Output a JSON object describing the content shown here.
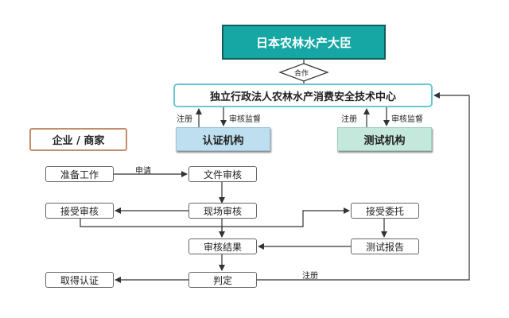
{
  "diagram": {
    "top_org": "日本农林水产大臣",
    "relation": "合作",
    "center_org": "独立行政法人农林水产消费安全技术中心",
    "cert_body": "认证机构",
    "test_body": "测试机构",
    "business": "企业 / 商家",
    "edges": {
      "cert_register": "注册",
      "cert_supervise": "审核监督",
      "test_register": "注册",
      "test_supervise": "审核监督",
      "apply": "申请",
      "register": "注册"
    },
    "steps": {
      "prepare": "准备工作",
      "doc_review": "文件审核",
      "accept_review": "接受审核",
      "onsite_review": "现场审核",
      "accept_commission": "接受委托",
      "review_result": "审核结果",
      "test_report": "测试报告",
      "obtain_cert": "取得认证",
      "judgement": "判定"
    }
  }
}
